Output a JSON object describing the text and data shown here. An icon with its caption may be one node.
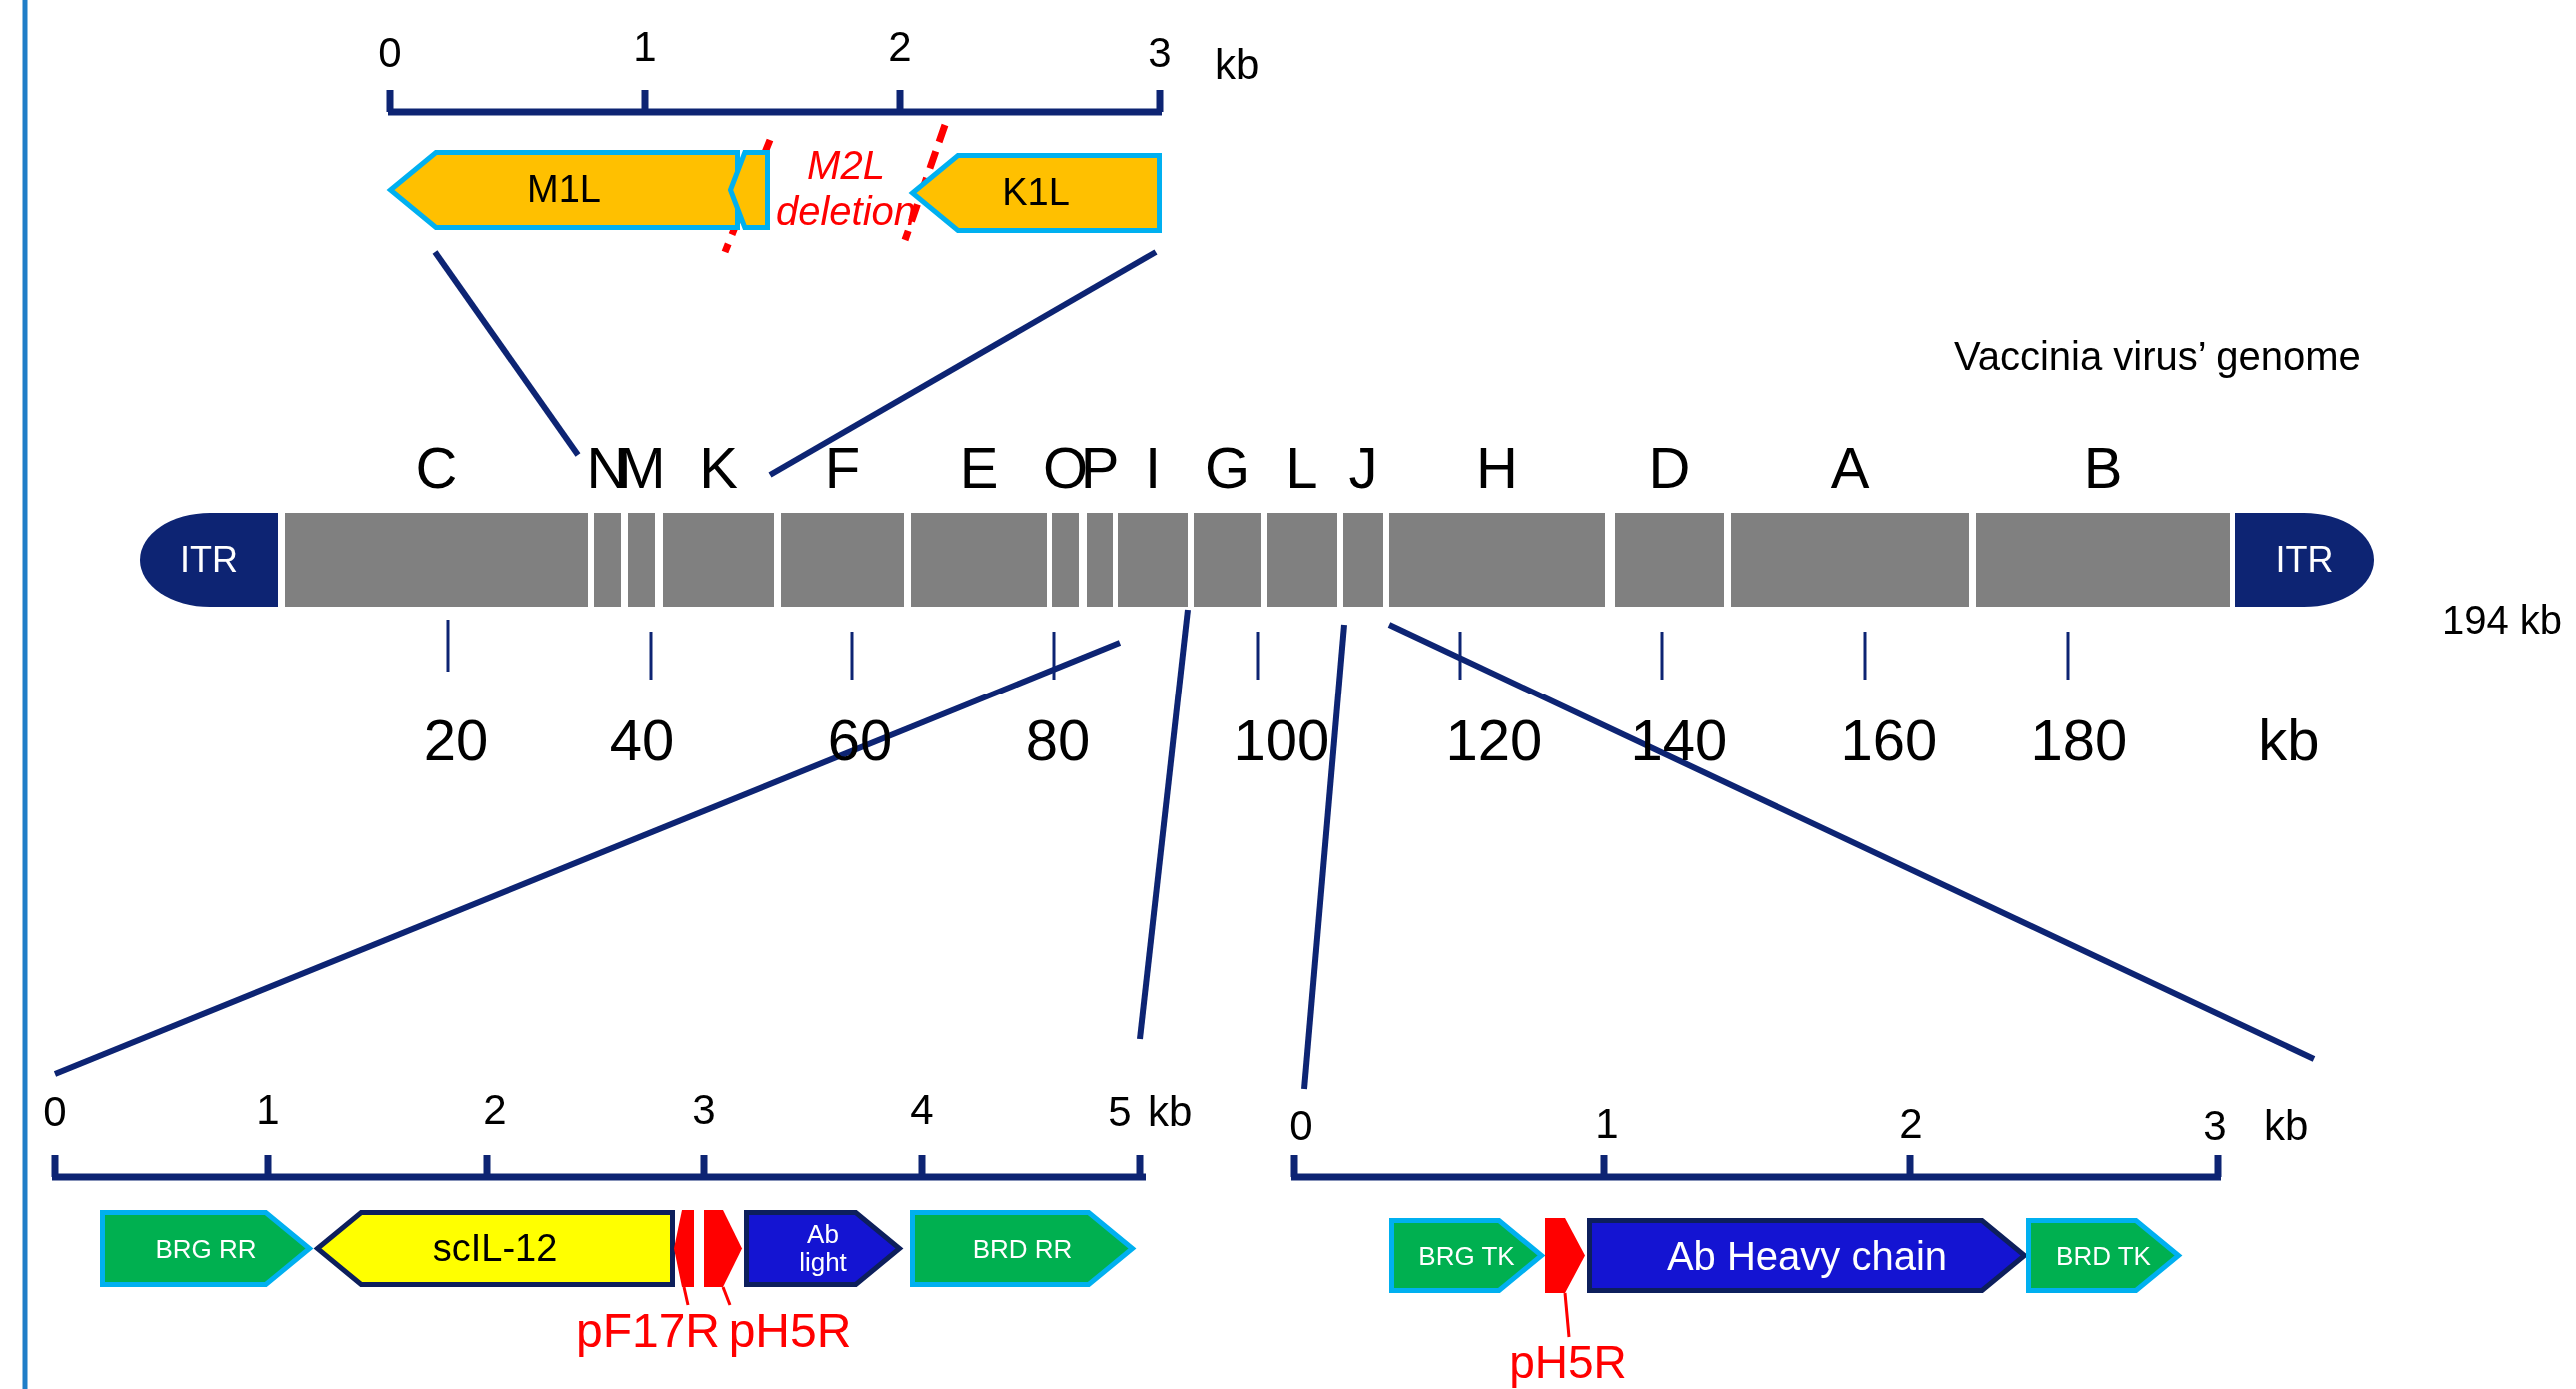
{
  "diagram": {
    "title": "Vaccinia virus’ genome",
    "nodes": [
      {
        "text": [
          "M1L"
        ]
      },
      {
        "text": [],
        "shape": "box"
      },
      {
        "text": [
          "K1L"
        ]
      },
      {
        "text": [
          "ITR"
        ]
      },
      {
        "text": [
          "C"
        ]
      },
      {
        "text": [
          "N"
        ]
      },
      {
        "text": [
          "M"
        ]
      },
      {
        "text": [
          "K"
        ]
      },
      {
        "text": [
          "F"
        ]
      },
      {
        "text": [
          "E"
        ]
      },
      {
        "text": [
          "O"
        ]
      },
      {
        "text": [
          "P"
        ]
      },
      {
        "text": [
          "I"
        ]
      },
      {
        "text": [
          "G"
        ]
      },
      {
        "text": [
          "L"
        ]
      },
      {
        "text": [
          "J"
        ]
      },
      {
        "text": [
          "H"
        ]
      },
      {
        "text": [
          "D"
        ]
      },
      {
        "text": [
          "A"
        ]
      },
      {
        "text": [
          "B"
        ]
      },
      {
        "text": [
          "ITR"
        ]
      },
      {
        "text": [
          "BRG RR"
        ]
      },
      {
        "text": [
          "scIL-12"
        ]
      },
      {
        "text": [],
        "shape": "box"
      },
      {
        "text": [],
        "shape": "box"
      },
      {
        "text": [
          "Ab light"
        ]
      },
      {
        "text": [
          "BRD RR"
        ]
      },
      {
        "text": [
          "pF17R"
        ]
      },
      {
        "text": [
          "pH5R"
        ]
      },
      {
        "text": [
          "BRG TK"
        ]
      },
      {
        "text": [],
        "shape": "box"
      },
      {
        "text": [
          "Ab Heavy chain"
        ]
      },
      {
        "text": [
          "BRD TK"
        ]
      },
      {
        "text": [
          "pH5R"
        ]
      }
    ],
    "edges": [
      {
        "from": 27,
        "to": 23,
        "arrow": "none"
      },
      {
        "from": 28,
        "to": 24,
        "arrow": "none"
      },
      {
        "from": 33,
        "to": 30,
        "arrow": "none"
      }
    ],
    "labels": [
      "0",
      "1",
      "2",
      "3",
      "kb",
      "M2L deletion",
      "20",
      "40",
      "60",
      "80",
      "100",
      "120",
      "140",
      "160",
      "180",
      "kb",
      "194 kb",
      "0",
      "1",
      "2",
      "3",
      "4",
      "5",
      "kb",
      "0",
      "1",
      "2",
      "3",
      "kb"
    ]
  }
}
